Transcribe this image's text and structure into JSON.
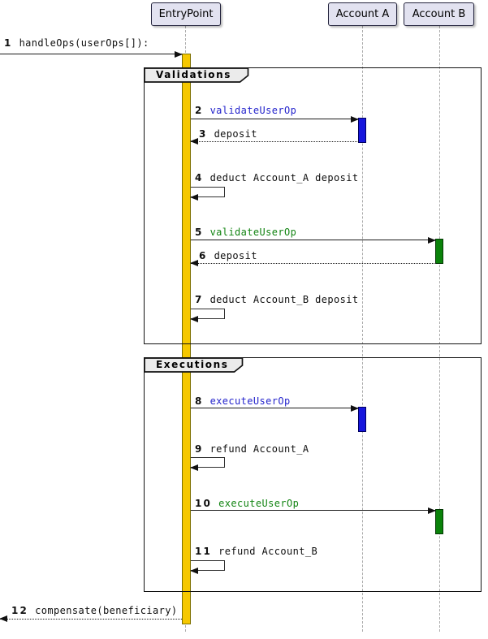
{
  "diagram": {
    "participants": [
      {
        "label": "EntryPoint"
      },
      {
        "label": "Account A"
      },
      {
        "label": "Account B"
      }
    ],
    "groups": [
      {
        "label": "Validations"
      },
      {
        "label": "Executions"
      }
    ],
    "messages": [
      {
        "num": "1",
        "label": "handleOps(userOps[]):",
        "type": "found-solid",
        "from": "left-edge",
        "to": "EntryPoint"
      },
      {
        "num": "2",
        "label": "validateUserOp",
        "color": "#2424cc",
        "type": "solid",
        "from": "EntryPoint",
        "to": "Account A"
      },
      {
        "num": "3",
        "label": "deposit",
        "type": "dotted-return",
        "from": "Account A",
        "to": "EntryPoint"
      },
      {
        "num": "4",
        "label": "deduct Account_A deposit",
        "type": "self",
        "from": "EntryPoint",
        "to": "EntryPoint"
      },
      {
        "num": "5",
        "label": "validateUserOp",
        "color": "#128412",
        "type": "solid",
        "from": "EntryPoint",
        "to": "Account B"
      },
      {
        "num": "6",
        "label": "deposit",
        "type": "dotted-return",
        "from": "Account B",
        "to": "EntryPoint"
      },
      {
        "num": "7",
        "label": "deduct Account_B deposit",
        "type": "self",
        "from": "EntryPoint",
        "to": "EntryPoint"
      },
      {
        "num": "8",
        "label": "executeUserOp",
        "color": "#2424cc",
        "type": "solid",
        "from": "EntryPoint",
        "to": "Account A"
      },
      {
        "num": "9",
        "label": "refund Account_A",
        "type": "self",
        "from": "EntryPoint",
        "to": "EntryPoint"
      },
      {
        "num": "10",
        "label": "executeUserOp",
        "color": "#128412",
        "type": "solid",
        "from": "EntryPoint",
        "to": "Account B"
      },
      {
        "num": "11",
        "label": "refund Account_B",
        "type": "self",
        "from": "EntryPoint",
        "to": "EntryPoint"
      },
      {
        "num": "12",
        "label": "compensate(beneficiary)",
        "type": "dotted-return",
        "from": "EntryPoint",
        "to": "left-edge"
      }
    ],
    "colors": {
      "participant_fill": "#e2e2f0",
      "participant_border": "#23233c",
      "activation_entrypoint": "#f6c800",
      "activation_account_a": "#1616dd",
      "activation_account_b": "#0a820a",
      "message_blue": "#2424cc",
      "message_green": "#128412",
      "group_label_fill": "#ebebeb",
      "lifeline": "#ababab"
    }
  }
}
